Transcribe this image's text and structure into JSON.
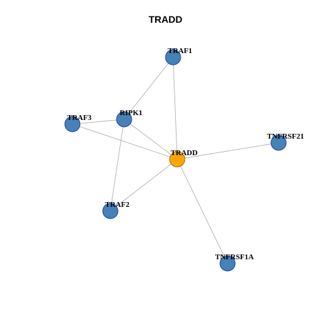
{
  "title": "TRADD",
  "colors": {
    "center_node": "#FFA500",
    "neighbor_node": "#4682B4",
    "node_border": "#1F3FBF",
    "edge": "#B3B3B3"
  },
  "nodes": [
    {
      "id": "TRADD",
      "label": "TRADD",
      "role": "center"
    },
    {
      "id": "TRAF1",
      "label": "TRAF1",
      "role": "neighbor"
    },
    {
      "id": "RIPK1",
      "label": "RIPK1",
      "role": "neighbor"
    },
    {
      "id": "TRAF3",
      "label": "TRAF3",
      "role": "neighbor"
    },
    {
      "id": "TNFRSF21",
      "label": "TNFRSF21",
      "role": "neighbor"
    },
    {
      "id": "TRAF2",
      "label": "TRAF2",
      "role": "neighbor"
    },
    {
      "id": "TNFRSF1A",
      "label": "TNFRSF1A",
      "role": "neighbor"
    }
  ],
  "edges": [
    {
      "source": "TRAF1",
      "target": "RIPK1"
    },
    {
      "source": "TRAF1",
      "target": "TRADD"
    },
    {
      "source": "TRAF3",
      "target": "RIPK1"
    },
    {
      "source": "TRAF3",
      "target": "TRADD"
    },
    {
      "source": "RIPK1",
      "target": "TRADD"
    },
    {
      "source": "RIPK1",
      "target": "TRAF2"
    },
    {
      "source": "TRAF2",
      "target": "TRADD"
    },
    {
      "source": "TRADD",
      "target": "TNFRSF21"
    },
    {
      "source": "TRADD",
      "target": "TNFRSF1A"
    }
  ]
}
